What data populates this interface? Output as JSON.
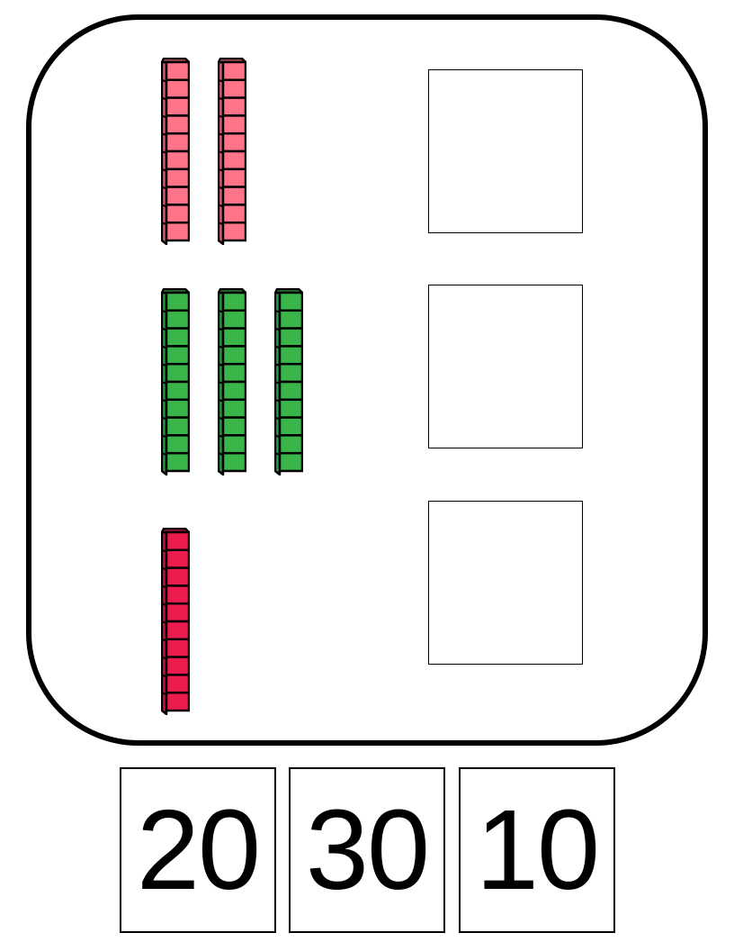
{
  "worksheet": {
    "rows": [
      {
        "rod_count": 2,
        "rod_color": "#ff7488",
        "rod_label": "2 tens rods",
        "cubes_per_rod": 10
      },
      {
        "rod_count": 3,
        "rod_color": "#39b54a",
        "rod_label": "3 tens rods",
        "cubes_per_rod": 10
      },
      {
        "rod_count": 1,
        "rod_color": "#ed1c4e",
        "rod_label": "1 tens rod",
        "cubes_per_rod": 10
      }
    ],
    "answer_boxes": [
      "",
      "",
      ""
    ],
    "number_cards": [
      {
        "value": "20"
      },
      {
        "value": "30"
      },
      {
        "value": "10"
      }
    ]
  }
}
